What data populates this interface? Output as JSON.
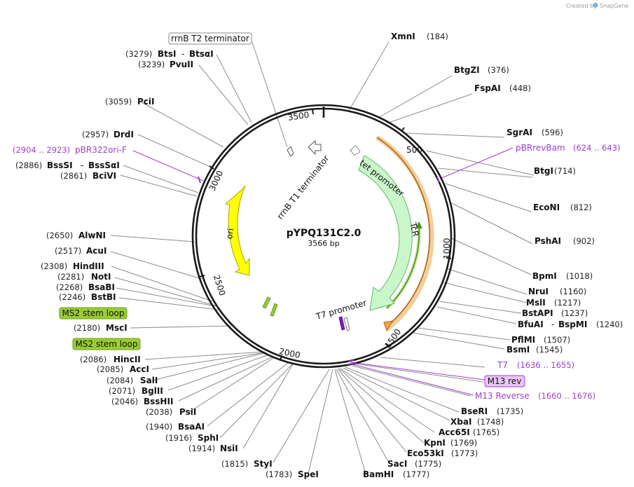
{
  "branding": {
    "created_by": "Created by",
    "app_name": "SnapGene"
  },
  "plasmid": {
    "name": "pYPQ131C2.0",
    "length": "3566 bp"
  },
  "backbone_ticks": [
    "500",
    "1000",
    "1500",
    "2000",
    "2500",
    "3000",
    "3500"
  ],
  "features": {
    "tet_promoter": "tet promoter",
    "tcr": "TcR",
    "t7_promoter": "T7 promoter",
    "rrnb_t1": "rrnB T1 terminator",
    "ori": "ori",
    "rrnb_t2_box": "rrnB T2 terminator",
    "ms2_loop_1": "MS2 stem loop",
    "ms2_loop_2": "MS2 stem loop",
    "m13_rev_box": "M13 rev"
  },
  "colors": {
    "backbone": "#1a1a1a",
    "tcr": "#c9f7c9",
    "tet_promoter": "#ffffff",
    "ori": "#ffff00",
    "orange_arc": "#f4a640",
    "green_arc": "#4f8f1f",
    "primer": "#9b3fd1",
    "ms2": "#9acd32"
  },
  "sites": {
    "xmni": {
      "name": "XmnI",
      "pos": "(184)"
    },
    "btgzi": {
      "name": "BtgZI",
      "pos": "(376)"
    },
    "fspai": {
      "name": "FspAI",
      "pos": "(448)"
    },
    "sgrai": {
      "name": "SgrAI",
      "pos": "(596)"
    },
    "pbrrevbam": {
      "name": "pBRrevBam",
      "pos": "(624 .. 643)"
    },
    "btgi": {
      "name": "BtgI",
      "pos": "(714)"
    },
    "econi": {
      "name": "EcoNI",
      "pos": "(812)"
    },
    "pshai": {
      "name": "PshAI",
      "pos": "(902)"
    },
    "bpmi": {
      "name": "BpmI",
      "pos": "(1018)"
    },
    "prui": {
      "name": "NruI",
      "pos": "(1160)"
    },
    "msli": {
      "name": "MslI",
      "pos": "(1217)"
    },
    "bstapi": {
      "name": "BstAPI",
      "pos": "(1237)"
    },
    "bfuai": {
      "name": "BfuAI",
      "sep": "-",
      "name2": "BspMI",
      "pos": "(1240)"
    },
    "pflmi": {
      "name": "PflMI",
      "pos": "(1507)"
    },
    "bsmi": {
      "name": "BsmI",
      "pos": "(1545)"
    },
    "t7": {
      "name": "T7",
      "pos": "(1636 .. 1655)"
    },
    "m13rev_name": "M13 Reverse",
    "m13rev_pos": "(1660 .. 1676)",
    "bseri": {
      "name": "BseRI",
      "pos": "(1735)"
    },
    "xbai": {
      "name": "XbaI",
      "pos": "(1748)"
    },
    "acc65i": {
      "name": "Acc65I",
      "pos": "(1765)"
    },
    "kpni": {
      "name": "KpnI",
      "pos": "(1769)"
    },
    "eco53ki": {
      "name": "Eco53kI",
      "pos": "(1773)"
    },
    "saci": {
      "name": "SacI",
      "pos": "(1775)"
    },
    "bamhi": {
      "name": "BamHI",
      "pos": "(1777)"
    },
    "spei": {
      "name": "SpeI",
      "pos": "(1783)"
    },
    "styi": {
      "name": "StyI",
      "pos": "(1815)"
    },
    "nsii": {
      "name": "NsiI",
      "pos": "(1914)"
    },
    "sphi": {
      "name": "SphI",
      "pos": "(1916)"
    },
    "bsaai": {
      "name": "BsaAI",
      "pos": "(1940)"
    },
    "psti": {
      "name": "PsiI",
      "pos": "(2038)"
    },
    "psihii": {
      "name": "BssHII",
      "pos": "(2046)"
    },
    "bglii": {
      "name": "BglII",
      "pos": "(2071)"
    },
    "sali": {
      "name": "SalI",
      "pos": "(2084)"
    },
    "acci": {
      "name": "AccI",
      "pos": "(2085)"
    },
    "hincii": {
      "name": "HincII",
      "pos": "(2086)"
    },
    "msci": {
      "name": "MscI",
      "pos": "(2180)"
    },
    "bstbi": {
      "name": "BstBI",
      "pos": "(2246)"
    },
    "bsabi": {
      "name": "BsaBI",
      "pos": "(2268)"
    },
    "noti": {
      "name": "NotI",
      "pos": "(2281)"
    },
    "hindiii": {
      "name": "HindIII",
      "pos": "(2308)"
    },
    "acui": {
      "name": "AcuI",
      "pos": "(2517)"
    },
    "alwni": {
      "name": "AlwNI",
      "pos": "(2650)"
    },
    "bcivi": {
      "name": "BciVI",
      "pos": "(2861)"
    },
    "bsssi": {
      "name": "BssSI",
      "sep": "-",
      "name2": "BssSαI",
      "pos": "(2886)"
    },
    "pbr322": {
      "name": "pBR322ori-F",
      "pos": "(2904 .. 2923)"
    },
    "drdi": {
      "name": "DrdI",
      "pos": "(2957)"
    },
    "pcii": {
      "name": "PciI",
      "pos": "(3059)"
    },
    "pvuii": {
      "name": "PvuII",
      "pos": "(3239)"
    },
    "btsi": {
      "name": "BtsI",
      "sep": "-",
      "name2": "BtsαI",
      "pos": "(3279)"
    }
  }
}
